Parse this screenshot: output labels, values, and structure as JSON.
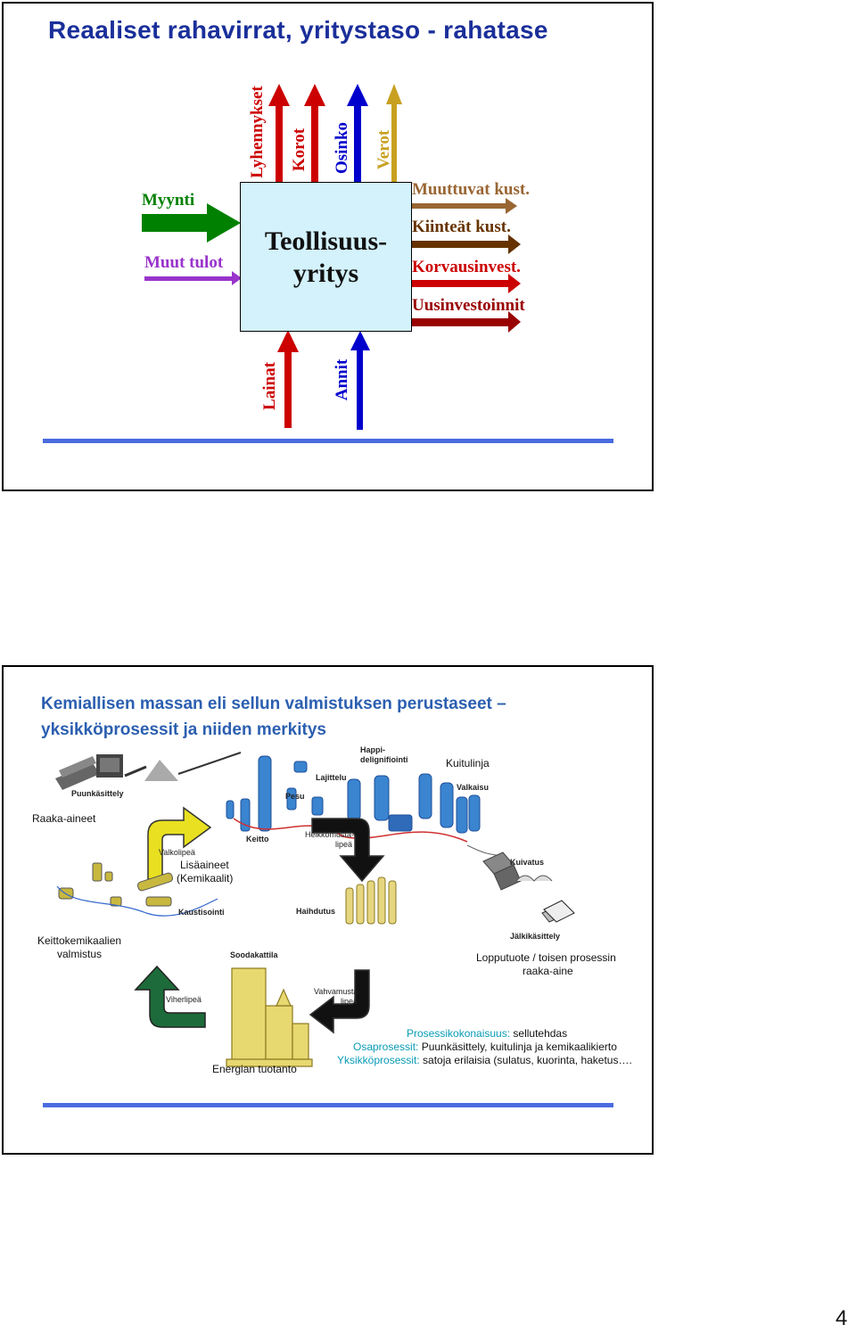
{
  "slide1": {
    "title": "Reaaliset rahavirrat, yritystaso - rahatase",
    "company": [
      "Teollisuus-",
      "yritys"
    ],
    "inflows_left": [
      {
        "label": "Myynti",
        "color": "#008000"
      },
      {
        "label": "Muut tulot",
        "color": "#9933cc"
      }
    ],
    "outflows_top": [
      {
        "label": "Lyhennykset",
        "color": "#cc0000"
      },
      {
        "label": "Korot",
        "color": "#cc0000"
      },
      {
        "label": "Osinko",
        "color": "#0000cc"
      },
      {
        "label": "Verot",
        "color": "#c8a020"
      }
    ],
    "outflows_right": [
      {
        "label": "Muuttuvat kust.",
        "color": "#996633"
      },
      {
        "label": "Kiinteät kust.",
        "color": "#663300"
      },
      {
        "label": "Korvausinvest.",
        "color": "#cc0000"
      },
      {
        "label": "Uusinvestoinnit",
        "color": "#990000"
      }
    ],
    "inflows_bottom": [
      {
        "label": "Lainat",
        "color": "#cc0000"
      },
      {
        "label": "Annit",
        "color": "#0000cc"
      }
    ]
  },
  "slide2": {
    "title_line1": "Kemiallisen massan eli sellun valmistuksen perustaseet –",
    "title_line2": "yksikköprosessit ja niiden merkitys",
    "units": {
      "puunkasittely": "Puunkäsittely",
      "pesu": "Pesu",
      "keitto": "Keitto",
      "lajittelu": "Lajittelu",
      "happi1": "Happi-",
      "happi2": "delignifiointi",
      "valkaisu": "Valkaisu",
      "kuivatus": "Kuivatus",
      "jalkikasittely": "Jälkikäsittely",
      "kaustisointi": "Kaustisointi",
      "haihdutus": "Haihdutus",
      "soodakattila": "Soodakattila",
      "valkolipea": "Valkolipeä",
      "heikko1": "Heikkomusta-",
      "heikko2": "lipeä",
      "vahva1": "Vahvamusta-",
      "vahva2": "lipeä",
      "viherlipea": "Viherlipeä"
    },
    "labels": {
      "kuitulinja": "Kuitulinja",
      "raaka_aineet": "Raaka-aineet",
      "lisaaineet1": "Lisäaineet",
      "lisaaineet2": "(Kemikaalit)",
      "keittokem1": "Keittokemikaalien",
      "keittokem2": "valmistus",
      "lopputuote1": "Lopputuote / toisen prosessin",
      "lopputuote2": "raaka-aine",
      "energia": "Energian tuotanto"
    },
    "levels": [
      {
        "term": "Prosessikokonaisuus:",
        "desc": " sellutehdas"
      },
      {
        "term": "Osaprosessit:",
        "desc": " Puunkäsittely, kuitulinja ja kemikaalikierto"
      },
      {
        "term": "Yksikköprosessit:",
        "desc": " satoja erilaisia (sulatus, kuorinta, haketus…."
      }
    ],
    "accent": "#0a9bb5"
  },
  "page_number": "4"
}
